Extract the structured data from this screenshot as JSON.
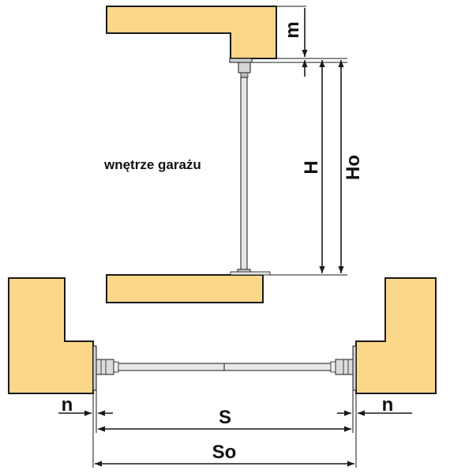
{
  "colors": {
    "wall_fill": "#fbd78a",
    "outline": "#1a1a1a",
    "rail": "#d8d8d8",
    "rail_dark": "#9a9a9a",
    "text": "#111111"
  },
  "labels": {
    "interior": "wnętrze garażu",
    "m": "m",
    "H": "H",
    "Ho": "Ho",
    "n_left": "n",
    "n_right": "n",
    "S": "S",
    "So": "So"
  },
  "views": {
    "side_section": {
      "elements": [
        "lintel",
        "floor-slab",
        "door-panel",
        "top-roller",
        "bottom-seal"
      ]
    },
    "plan_view": {
      "elements": [
        "left-wall",
        "right-wall",
        "door-track",
        "left-jamb-bracket",
        "right-jamb-bracket"
      ]
    }
  }
}
